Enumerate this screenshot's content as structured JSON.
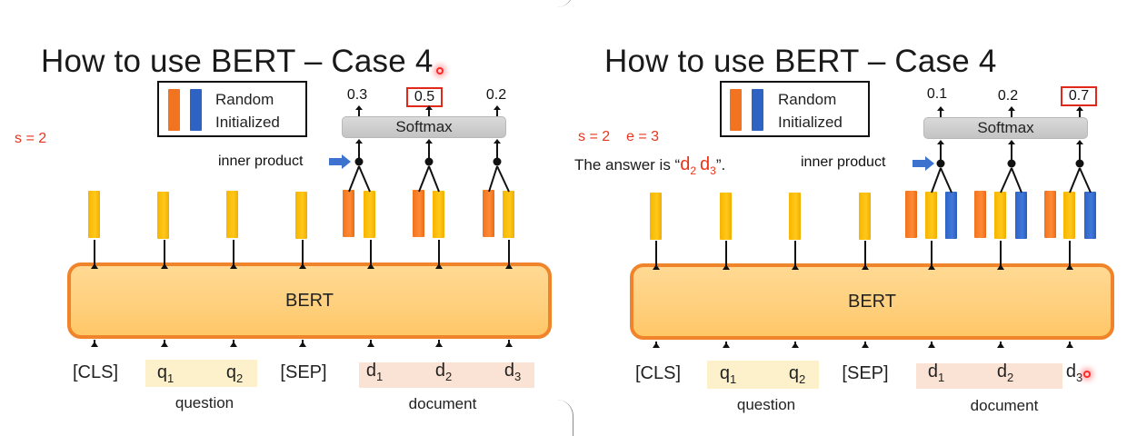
{
  "panels": [
    {
      "id": "left",
      "title": "How to use BERT – Case 4",
      "note_start": "s = 2",
      "note_end": "",
      "answer_prefix": "",
      "legend": {
        "line1": "Random",
        "line2": "Initialized",
        "colors": [
          "#f27420",
          "#2e63c4"
        ]
      },
      "softmax_label": "Softmax",
      "inner_product_label": "inner product",
      "probabilities": [
        "0.3",
        "0.5",
        "0.2"
      ],
      "selected_index": 1,
      "compared_vector": "orange",
      "bert_label": "BERT",
      "tokens": {
        "cls": "[CLS]",
        "q1": "q",
        "q1_sub": "1",
        "q2": "q",
        "q2_sub": "2",
        "sep": "[SEP]",
        "d1": "d",
        "d1_sub": "1",
        "d2": "d",
        "d2_sub": "2",
        "d3": "d",
        "d3_sub": "3"
      },
      "group_question": "question",
      "group_document": "document"
    },
    {
      "id": "right",
      "title": "How to use BERT – Case 4",
      "note_start": "s = 2",
      "note_end": "e = 3",
      "answer_prefix": "The answer is “",
      "answer_d2": "d",
      "answer_d2_sub": "2",
      "answer_d3": "d",
      "answer_d3_sub": "3",
      "answer_suffix": "”.",
      "legend": {
        "line1": "Random",
        "line2": "Initialized",
        "colors": [
          "#f27420",
          "#2e63c4"
        ]
      },
      "softmax_label": "Softmax",
      "inner_product_label": "inner product",
      "probabilities": [
        "0.1",
        "0.2",
        "0.7"
      ],
      "selected_index": 2,
      "compared_vector": "blue",
      "bert_label": "BERT",
      "tokens": {
        "cls": "[CLS]",
        "q1": "q",
        "q1_sub": "1",
        "q2": "q",
        "q2_sub": "2",
        "sep": "[SEP]",
        "d1": "d",
        "d1_sub": "1",
        "d2": "d",
        "d2_sub": "2",
        "d3": "d",
        "d3_sub": "3"
      },
      "group_question": "question",
      "group_document": "document"
    }
  ],
  "colors": {
    "token_vector": "#ffc000",
    "start_vector": "#f27420",
    "end_vector": "#2e63c4",
    "bert_border": "#f0842a",
    "highlight_red": "#e8341c"
  }
}
